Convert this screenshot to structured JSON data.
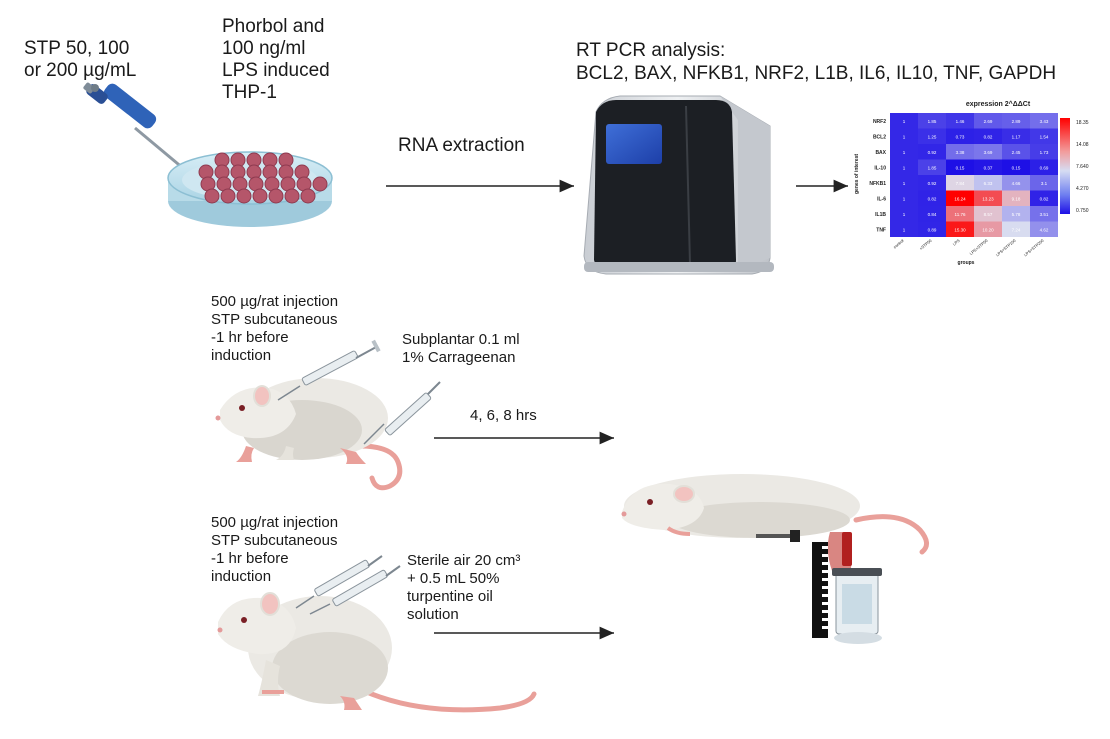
{
  "in_vitro": {
    "stp_label": "STP 50, 100\nor 200 µg/mL",
    "cells_label": "Phorbol and\n100 ng/ml\nLPS induced\nTHP-1",
    "rna_label": "RNA extraction",
    "rtpcr_title": "RT PCR analysis:",
    "rtpcr_genes": "BCL2, BAX, NFKB1, NRF2, L1B, IL6, IL10, TNF, GAPDH"
  },
  "heatmap": {
    "title": "expression 2^ΔΔCt",
    "ylabel": "genes of interest",
    "xlabel": "groups",
    "genes": [
      "NRF2",
      "BCL2",
      "BAX",
      "IL-10",
      "NFKB1",
      "IL-6",
      "IL1B",
      "TNF"
    ],
    "groups": [
      "control",
      "+STP50",
      "LPS",
      "LPS+STP50",
      "LPS+STP100",
      "LPS+STP200"
    ],
    "values": [
      [
        "1",
        "1.85",
        "1.46",
        "2.69",
        "2.89",
        "3.43"
      ],
      [
        "1",
        "1.25",
        "0.73",
        "0.82",
        "1.17",
        "1.54"
      ],
      [
        "1",
        "0.92",
        "3.38",
        "3.69",
        "2.45",
        "1.73"
      ],
      [
        "1",
        "1.85",
        "0.15",
        "0.37",
        "0.15",
        "0.69"
      ],
      [
        "1",
        "0.92",
        "7.84",
        "6.33",
        "4.66",
        "3.1"
      ],
      [
        "1",
        "0.82",
        "16.24",
        "13.23",
        "9.18",
        "0.82"
      ],
      [
        "1",
        "0.84",
        "11.76",
        "8.57",
        "5.78",
        "3.51"
      ],
      [
        "1",
        "0.89",
        "15.30",
        "10.20",
        "7.24",
        "4.62"
      ]
    ],
    "colorbar_ticks": [
      "18.35",
      "14.08",
      "7.640",
      "4.270",
      "0.750"
    ],
    "color_low": "#1e10e6",
    "color_high": "#ff0000"
  },
  "in_vivo_carrageenan": {
    "injection_label": "500 µg/rat injection\nSTP subcutaneous\n-1 hr before\ninduction",
    "induction_label": "Subplantar 0.1 ml\n1% Carrageenan",
    "time_label": "4, 6, 8 hrs"
  },
  "in_vivo_turpentine": {
    "injection_label": "500 µg/rat injection\nSTP subcutaneous\n-1 hr before\ninduction",
    "induction_label": "Sterile air 20 cm³\n+ 0.5 mL 50%\nturpentine oil\nsolution"
  }
}
